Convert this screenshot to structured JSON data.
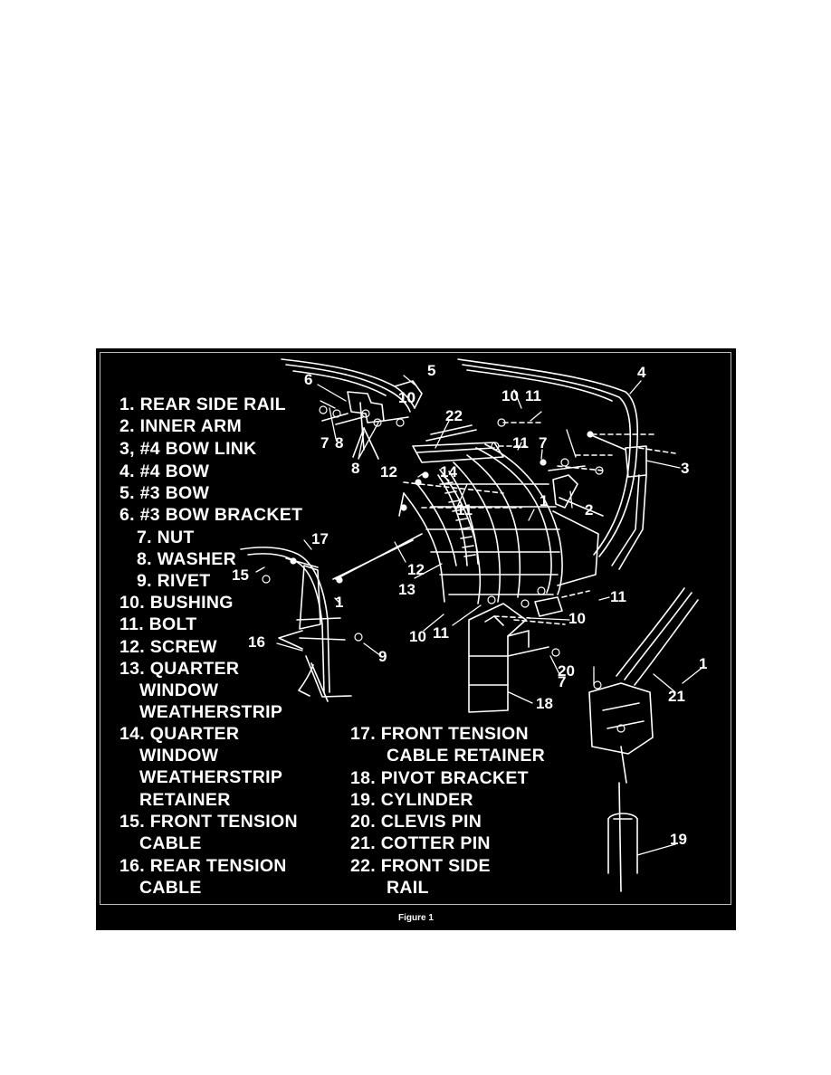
{
  "figure": {
    "caption": "Figure 1",
    "legend": [
      "1. REAR SIDE RAIL",
      "2. INNER ARM",
      "3, #4 BOW LINK",
      "4. #4 BOW",
      "5. #3 BOW",
      "6. #3 BOW BRACKET",
      "7. NUT",
      "8. WASHER",
      "9. RIVET",
      "10. BUSHING",
      "11. BOLT",
      "12. SCREW",
      "13. QUARTER",
      "WINDOW",
      "WEATHERSTRIP",
      "14. QUARTER",
      "WINDOW",
      "WEATHERSTRIP",
      "RETAINER",
      "15. FRONT TENSION",
      "CABLE",
      "16. REAR TENSION",
      "CABLE",
      "17. FRONT TENSION",
      "CABLE RETAINER",
      "18. PIVOT BRACKET",
      "19. CYLINDER",
      "20. CLEVIS PIN",
      "21. COTTER PIN",
      "22. FRONT SIDE",
      "RAIL"
    ],
    "callouts": [
      "5",
      "6",
      "10",
      "7",
      "8",
      "8",
      "10",
      "11",
      "22",
      "11",
      "7",
      "10",
      "4",
      "3",
      "12",
      "14",
      "11",
      "1",
      "2",
      "17",
      "15",
      "12",
      "13",
      "1",
      "11",
      "10",
      "11",
      "10",
      "16",
      "9",
      "7",
      "18",
      "20",
      "1",
      "21",
      "19"
    ]
  }
}
